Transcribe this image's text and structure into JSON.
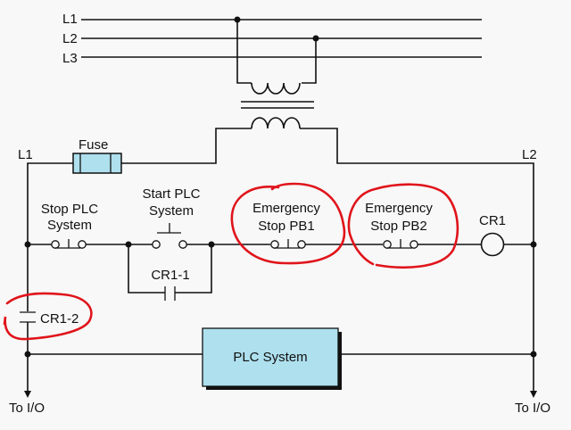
{
  "diagram": {
    "type": "ladder-wiring-diagram",
    "supply_lines": [
      "L1",
      "L2",
      "L3"
    ],
    "rails": {
      "left": "L1",
      "right": "L2"
    },
    "fuse": {
      "label": "Fuse",
      "color": "#aee0ee"
    },
    "components": {
      "stop_plc": {
        "label_line1": "Stop PLC",
        "label_line2": "System"
      },
      "start_plc": {
        "label_line1": "Start PLC",
        "label_line2": "System"
      },
      "holding_contact": {
        "label": "CR1-1"
      },
      "estop1": {
        "label_line1": "Emergency",
        "label_line2": "Stop PB1"
      },
      "estop2": {
        "label_line1": "Emergency",
        "label_line2": "Stop PB2"
      },
      "coil": {
        "label": "CR1"
      },
      "cr12_contact": {
        "label": "CR1-2"
      },
      "plc_box": {
        "label": "PLC System",
        "color": "#aee0ee"
      }
    },
    "outputs": {
      "left": "To I/O",
      "right": "To I/O"
    },
    "annotation_color": "#e0141b",
    "highlighted": [
      "Emergency Stop PB1",
      "Emergency Stop PB2",
      "CR1-2"
    ]
  }
}
